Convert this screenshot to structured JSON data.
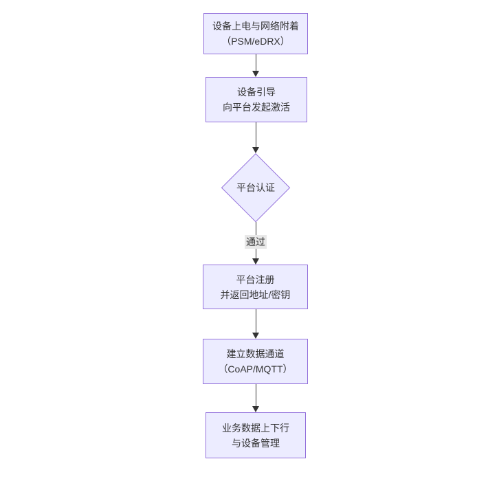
{
  "diagram": {
    "type": "flowchart",
    "direction": "top-down",
    "colors": {
      "background": "#ffffff",
      "node_fill": "#ececff",
      "node_border": "#9370db",
      "text": "#333333",
      "edge": "#333333",
      "edge_label_bg": "#e8e8e8"
    },
    "nodes": [
      {
        "id": "power-attach",
        "shape": "rect",
        "line1": "设备上电与网络附着",
        "line2": "（PSM/eDRX）"
      },
      {
        "id": "bootstrap",
        "shape": "rect",
        "line1": "设备引导",
        "line2": "向平台发起激活"
      },
      {
        "id": "platform-auth",
        "shape": "diamond",
        "label": "平台认证"
      },
      {
        "id": "register",
        "shape": "rect",
        "line1": "平台注册",
        "line2": "并返回地址/密钥"
      },
      {
        "id": "data-channel",
        "shape": "rect",
        "line1": "建立数据通道",
        "line2": "（CoAP/MQTT）"
      },
      {
        "id": "business-data",
        "shape": "rect",
        "line1": "业务数据上下行",
        "line2": "与设备管理"
      }
    ],
    "edges": [
      {
        "from": "power-attach",
        "to": "bootstrap",
        "label": ""
      },
      {
        "from": "bootstrap",
        "to": "platform-auth",
        "label": ""
      },
      {
        "from": "platform-auth",
        "to": "register",
        "label": "通过"
      },
      {
        "from": "register",
        "to": "data-channel",
        "label": ""
      },
      {
        "from": "data-channel",
        "to": "business-data",
        "label": ""
      }
    ]
  }
}
